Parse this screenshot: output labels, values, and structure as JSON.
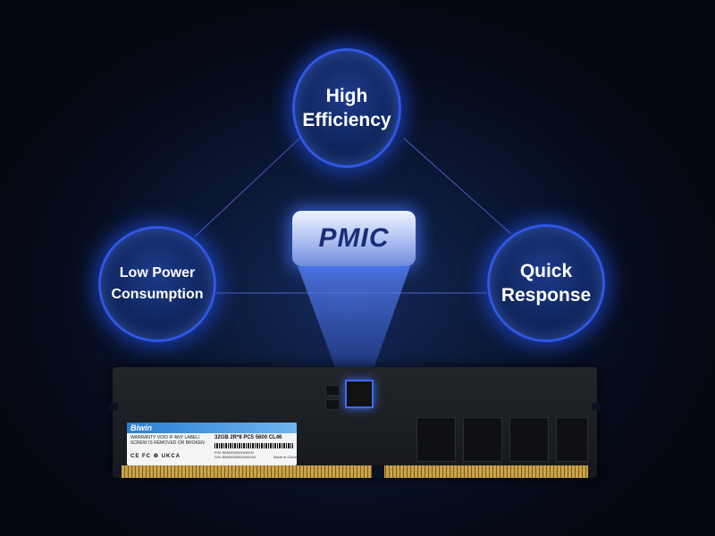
{
  "features": {
    "top": "High\nEfficiency",
    "left": "Low Power\nConsumption",
    "right": "Quick\nResponse"
  },
  "center_label": "PMIC",
  "module_label": {
    "brand": "Biwin",
    "warning": "WARRANTY VOID IF ANY LABEL/ SCREW IS REMOVED OR BROKEN",
    "spec": "32GB 2R*8 PC5 5600 CL46",
    "pn": "P/N: BM0000000000000",
    "sn": "S/N: BM00000000000000",
    "certs": "CE FC ♻ UKCA",
    "origin": "Made in China"
  },
  "colors": {
    "accent": "#2f57e6",
    "glow": "#3d6cf0",
    "background": "#060c1c"
  }
}
